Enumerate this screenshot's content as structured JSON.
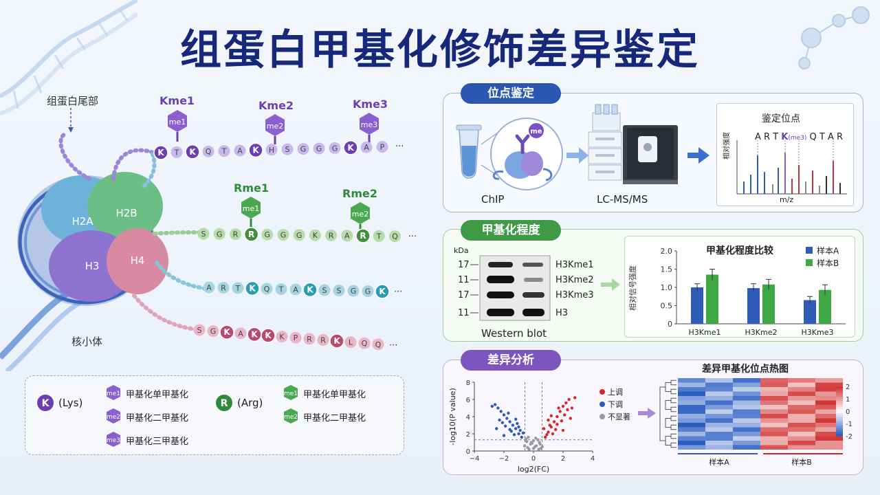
{
  "title": "组蛋白甲基化修饰差异鉴定",
  "left": {
    "histone_tail_label": "组蛋白尾部",
    "nucleosome_label": "核小体",
    "core": [
      "H2A",
      "H2B",
      "H3",
      "H4"
    ],
    "kme_labels": [
      "Kme1",
      "Kme2",
      "Kme3"
    ],
    "rme_labels": [
      "Rme1",
      "Rme2"
    ],
    "tag_me1": "me1",
    "tag_me2": "me2",
    "tag_me3": "me3",
    "tail1": [
      "K",
      "T",
      "K",
      "Q",
      "T",
      "A",
      "K",
      "H",
      "S",
      "G",
      "G",
      "G",
      "K",
      "A",
      "P"
    ],
    "tail2": [
      "S",
      "G",
      "R",
      "R",
      "G",
      "G",
      "G",
      "K",
      "R",
      "A",
      "R",
      "T",
      "Q"
    ],
    "tail3": [
      "A",
      "R",
      "T",
      "K",
      "Q",
      "T",
      "A",
      "K",
      "S",
      "S",
      "G",
      "G",
      "K"
    ],
    "tail4": [
      "S",
      "G",
      "K",
      "A",
      "K",
      "K",
      "K",
      "P",
      "R",
      "R",
      "K",
      "L",
      "Q",
      "Q"
    ],
    "ellipsis": "···"
  },
  "legend": {
    "k_letter": "K",
    "k_label": "(Lys)",
    "r_letter": "R",
    "r_label": "(Arg)",
    "k_items": [
      {
        "tag": "me1",
        "text": "甲基化单甲基化"
      },
      {
        "tag": "me2",
        "text": "甲基化二甲基化"
      },
      {
        "tag": "me3",
        "text": "甲基化三甲基化"
      }
    ],
    "r_items": [
      {
        "tag": "me1",
        "text": "甲基化单甲基化"
      },
      {
        "tag": "me2",
        "text": "甲基化二甲基化"
      }
    ]
  },
  "panel1": {
    "tag": "位点鉴定",
    "chip": "ChIP",
    "me": "me",
    "lcms": "LC-MS/MS",
    "id_title": "鉴定位点",
    "seq_pre": "A R T ",
    "seq_k": "K",
    "seq_mod": "(me3)",
    "seq_post": " Q T A R",
    "ylabel": "相对强度",
    "xlabel": "m/z"
  },
  "panel2": {
    "tag": "甲基化程度",
    "kda": "kDa",
    "markers": [
      "17",
      "11",
      "17",
      "11"
    ],
    "bands": [
      "H3Kme1",
      "H3Kme2",
      "H3Kme3",
      "H3"
    ],
    "wb_label": "Western blot"
  },
  "panel3": {
    "tag": "差异分析",
    "ylabel": "-log10(P value)",
    "xlabel": "log2(FC)",
    "legend": [
      "上调",
      "下调",
      "不显著"
    ],
    "heat_title": "差异甲基化位点热图",
    "heat_groups": [
      "样本A",
      "样本B"
    ],
    "heat_scale": [
      "2",
      "1",
      "0",
      "-1",
      "-2"
    ]
  },
  "colors": {
    "kme": "#6b3fb0",
    "rme": "#2f8a3c",
    "sampleA": "#2e5cb8",
    "sampleB": "#3fa845",
    "up": "#d62728",
    "down": "#2d5bb5",
    "ns": "#9a9a9a"
  },
  "chart_data": [
    {
      "type": "bar",
      "title": "甲基化程度比较",
      "ylabel": "相对信号强度",
      "categories": [
        "H3Kme1",
        "H3Kme2",
        "H3Kme3"
      ],
      "series": [
        {
          "name": "样本A",
          "values": [
            1.0,
            0.98,
            0.65
          ],
          "errors": [
            0.1,
            0.12,
            0.1
          ]
        },
        {
          "name": "样本B",
          "values": [
            1.35,
            1.08,
            0.93
          ],
          "errors": [
            0.15,
            0.14,
            0.14
          ]
        }
      ],
      "yticks": [
        "0",
        "0.5",
        "1.0",
        "1.5",
        "2.0"
      ],
      "ylim": [
        0,
        2.0
      ],
      "legend_position": "top-right"
    },
    {
      "type": "scatter",
      "title": "",
      "xlabel": "log2(FC)",
      "ylabel": "-log10(P value)",
      "xlim": [
        -4,
        4
      ],
      "ylim": [
        0,
        8
      ],
      "xticks": [
        "−4",
        "−2",
        "0",
        "2",
        "4"
      ],
      "yticks": [
        "0",
        "2",
        "4",
        "6",
        "8"
      ],
      "fc_threshold": 0.58,
      "p_threshold": 1.3,
      "series": [
        {
          "name": "上调",
          "approx_points": [
            [
              0.8,
              1.6
            ],
            [
              1.0,
              2.2
            ],
            [
              1.2,
              2.8
            ],
            [
              1.4,
              3.4
            ],
            [
              1.6,
              4.0
            ],
            [
              1.8,
              4.6
            ],
            [
              2.0,
              5.2
            ],
            [
              2.2,
              5.6
            ],
            [
              2.4,
              6.0
            ],
            [
              2.6,
              5.0
            ],
            [
              1.5,
              2.5
            ],
            [
              1.9,
              3.5
            ],
            [
              2.1,
              4.2
            ],
            [
              0.9,
              1.9
            ],
            [
              1.1,
              3.0
            ],
            [
              1.3,
              2.0
            ],
            [
              1.7,
              5.0
            ],
            [
              2.3,
              4.8
            ],
            [
              2.8,
              6.2
            ],
            [
              1.2,
              4.1
            ],
            [
              0.7,
              2.6
            ],
            [
              1.0,
              3.6
            ],
            [
              1.6,
              3.1
            ],
            [
              2.0,
              2.4
            ],
            [
              2.5,
              3.8
            ]
          ]
        },
        {
          "name": "下调",
          "approx_points": [
            [
              -0.8,
              1.6
            ],
            [
              -1.0,
              2.0
            ],
            [
              -1.2,
              2.6
            ],
            [
              -1.4,
              3.0
            ],
            [
              -1.6,
              3.4
            ],
            [
              -1.8,
              3.8
            ],
            [
              -2.0,
              4.2
            ],
            [
              -2.2,
              4.6
            ],
            [
              -2.4,
              5.0
            ],
            [
              -2.6,
              5.4
            ],
            [
              -1.5,
              2.3
            ],
            [
              -1.9,
              2.9
            ],
            [
              -2.1,
              3.3
            ],
            [
              -0.9,
              2.4
            ],
            [
              -1.1,
              3.2
            ],
            [
              -1.3,
              1.9
            ],
            [
              -1.7,
              4.4
            ],
            [
              -2.3,
              3.6
            ],
            [
              -2.8,
              5.2
            ],
            [
              -1.2,
              3.7
            ],
            [
              -0.7,
              2.1
            ],
            [
              -1.0,
              2.8
            ],
            [
              -1.6,
              2.5
            ],
            [
              -2.0,
              1.8
            ],
            [
              -2.5,
              2.6
            ]
          ]
        },
        {
          "name": "不显著",
          "approx_points": [
            [
              -0.4,
              0.4
            ],
            [
              -0.2,
              0.8
            ],
            [
              0,
              1.2
            ],
            [
              0.2,
              0.6
            ],
            [
              0.4,
              1.0
            ],
            [
              -0.5,
              1.4
            ],
            [
              0.5,
              0.3
            ],
            [
              0.1,
              0.5
            ],
            [
              -0.1,
              0.9
            ],
            [
              0.3,
              1.3
            ],
            [
              -0.3,
              0.2
            ],
            [
              0.45,
              0.8
            ],
            [
              -0.45,
              1.1
            ],
            [
              0,
              0.3
            ],
            [
              -0.6,
              0.6
            ],
            [
              0.6,
              0.5
            ],
            [
              -0.15,
              1.0
            ],
            [
              0.15,
              1.5
            ],
            [
              -0.35,
              1.6
            ],
            [
              0.35,
              0.2
            ]
          ]
        }
      ]
    },
    {
      "type": "heatmap",
      "title": "差异甲基化位点热图",
      "columns": [
        "样本A",
        "样本B"
      ],
      "scale": [
        -2,
        2
      ],
      "note": "rows: sample A low (blue), sample B high (red)"
    }
  ]
}
